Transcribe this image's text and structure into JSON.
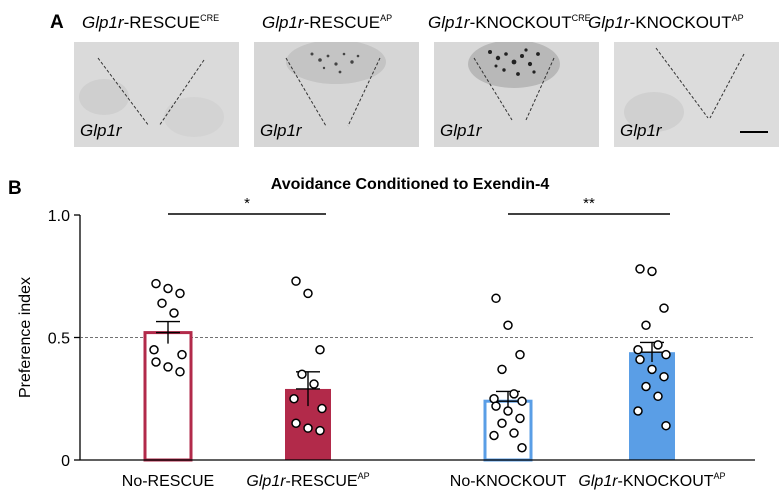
{
  "panel_a": {
    "letter": "A",
    "images": [
      {
        "title_italic": "Glp1r",
        "title_rest": "-RESCUE",
        "title_sup": "CRE",
        "label": "Glp1r",
        "stain": "none"
      },
      {
        "title_italic": "Glp1r",
        "title_rest": "-RESCUE",
        "title_sup": "AP",
        "label": "Glp1r",
        "stain": "moderate"
      },
      {
        "title_italic": "Glp1r",
        "title_rest": "-KNOCKOUT",
        "title_sup": "CRE",
        "label": "Glp1r",
        "stain": "dense"
      },
      {
        "title_italic": "Glp1r",
        "title_rest": "-KNOCKOUT",
        "title_sup": "AP",
        "label": "Glp1r",
        "stain": "none"
      }
    ]
  },
  "panel_b": {
    "letter": "B"
  },
  "chart_data": {
    "type": "bar",
    "title": "Avoidance Conditioned to Exendin-4",
    "ylabel": "Preference index",
    "xlabel": "",
    "ylim": [
      0,
      1.0
    ],
    "yticks": [
      "0",
      "0.5",
      "1.0"
    ],
    "reference_line": 0.5,
    "categories": [
      {
        "pre": "",
        "main": "No-RESCUE",
        "sup": ""
      },
      {
        "pre": "Glp1r",
        "main": "-RESCUE",
        "sup": "AP"
      },
      {
        "pre": "",
        "main": "No-KNOCKOUT",
        "sup": ""
      },
      {
        "pre": "Glp1r",
        "main": "-KNOCKOUT",
        "sup": "AP"
      }
    ],
    "bars": [
      {
        "mean": 0.52,
        "sem": 0.045,
        "style": "open",
        "color": "#b22a4a",
        "points": [
          0.72,
          0.7,
          0.68,
          0.64,
          0.6,
          0.45,
          0.43,
          0.4,
          0.38,
          0.36
        ]
      },
      {
        "mean": 0.29,
        "sem": 0.07,
        "style": "filled",
        "color": "#b22a4a",
        "points": [
          0.73,
          0.68,
          0.45,
          0.35,
          0.31,
          0.25,
          0.21,
          0.15,
          0.13,
          0.12
        ]
      },
      {
        "mean": 0.24,
        "sem": 0.04,
        "style": "open",
        "color": "#5a9ee6",
        "points": [
          0.66,
          0.55,
          0.43,
          0.37,
          0.27,
          0.25,
          0.24,
          0.22,
          0.2,
          0.17,
          0.15,
          0.11,
          0.1,
          0.05
        ]
      },
      {
        "mean": 0.44,
        "sem": 0.04,
        "style": "filled",
        "color": "#5a9ee6",
        "points": [
          0.78,
          0.77,
          0.62,
          0.55,
          0.47,
          0.45,
          0.43,
          0.41,
          0.37,
          0.34,
          0.3,
          0.26,
          0.2,
          0.14
        ]
      }
    ],
    "significance": [
      {
        "from": 0,
        "to": 1,
        "label": "*"
      },
      {
        "from": 2,
        "to": 3,
        "label": "**"
      }
    ]
  }
}
